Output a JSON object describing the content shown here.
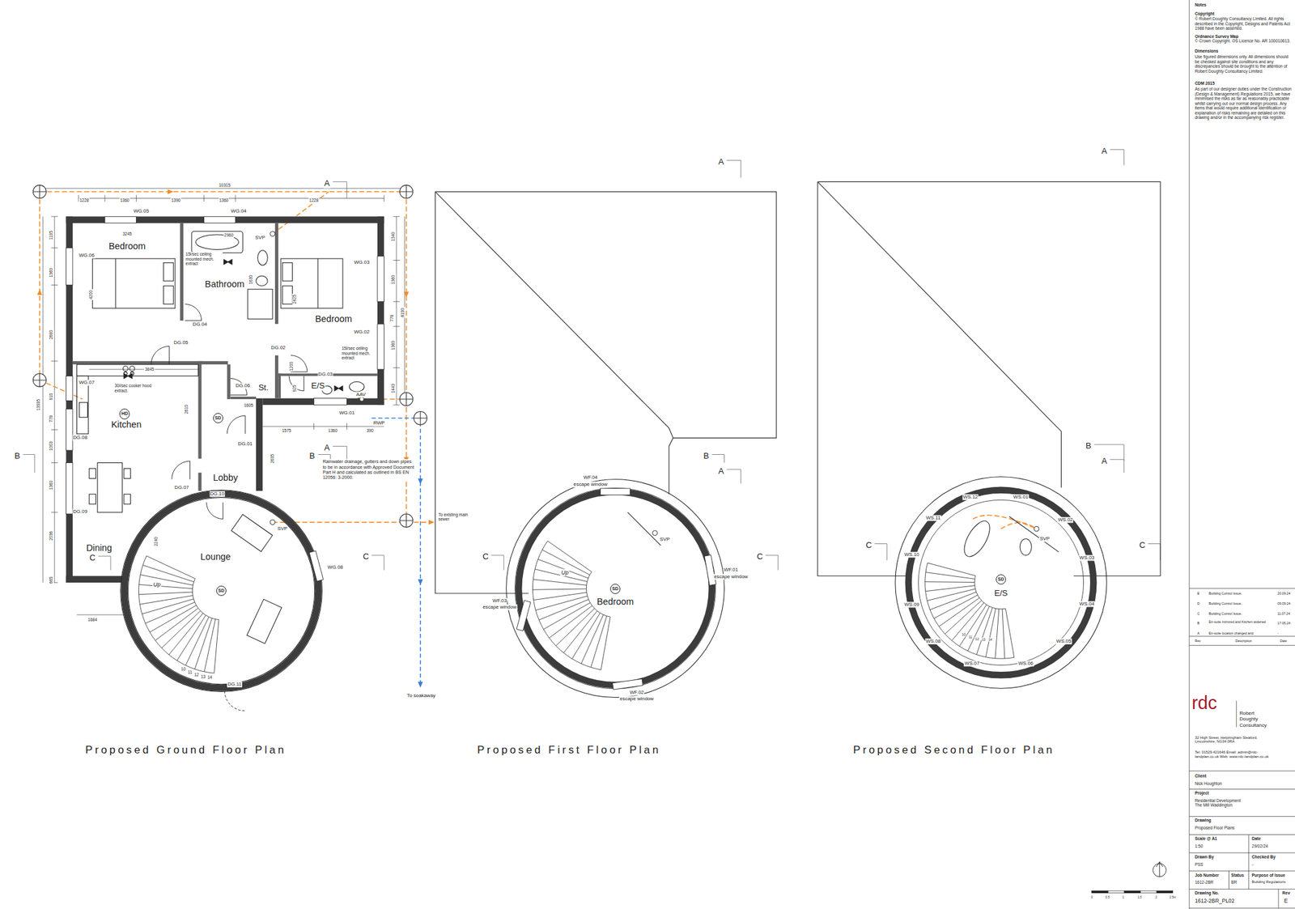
{
  "diagram": {
    "nodes": [
      {
        "text": [
          "HD"
        ]
      },
      {
        "text": [
          "SD"
        ]
      },
      {
        "text": [
          "SD"
        ]
      },
      {
        "text": [
          "SD"
        ]
      },
      {
        "text": [
          "SD"
        ]
      }
    ],
    "labels": [
      "A",
      "10315",
      "1228",
      "1360",
      "1390",
      "1360",
      "1228",
      "WG.05",
      "WG.04",
      "1135",
      "3245",
      "2960",
      "SVP",
      "1340",
      "Bedroom",
      "WG.06",
      "15l/sec ceiling mounted mech. extract",
      "WG.03",
      "1360",
      "1630",
      "1360",
      "Bathroom",
      "4200",
      "2425",
      "6190",
      "778",
      "Bedroom",
      "DG.04",
      "WG.02",
      "2680",
      "DG.05",
      "1360",
      "DG.02",
      "15l/sec ceiling mounted mech. extract",
      "1200",
      "3845",
      "DG.03",
      "WG.07",
      "30l/sec cooker hood extract.",
      "DG.06",
      "St.",
      "E/S",
      "825",
      "1443",
      "AAV",
      "810",
      "13935",
      "1605",
      "2610",
      "778",
      "WG.01",
      "RWP",
      "1575",
      "1360",
      "390",
      "Kitchen",
      "DG.08",
      "DG.01",
      "1003",
      "A",
      "B",
      "B",
      "2635",
      "Rainwater drainage, gutters and down pipes to be in accordance with Approved Document Part H and calculated as outlined in BS EN 12056: 3-2000.",
      "Lobby",
      "DG.07",
      "1360",
      "DG.10",
      "DG.09",
      "To existing main sewer",
      "SVP",
      "2036",
      "2240",
      "Dining",
      "Lounge",
      "C",
      "C",
      "WG.08",
      "665",
      "Up",
      "1684",
      "10",
      "11",
      "12",
      "13",
      "14",
      "DG.11",
      "To soakaway",
      "Proposed Ground Floor Plan",
      "A",
      "B",
      "A",
      "WF.04",
      "escape window",
      "SVP",
      "C",
      "C",
      "Up",
      "WF.01",
      "escape window",
      "Bedroom",
      "WF.03",
      "escape window",
      "WF.02",
      "escape window",
      "Proposed First Floor Plan",
      "A",
      "B",
      "A",
      "WS.12",
      "WS.01",
      "WS.11",
      "WS.02",
      "SVP",
      "C",
      "C",
      "WS.10",
      "WS.03",
      "E/S",
      "WS.09",
      "WS.04",
      "WS.08",
      "WS.05",
      "10",
      "11",
      "12",
      "13",
      "14",
      "WS.07",
      "WS.06",
      "Proposed Second Floor Plan",
      "Notes",
      "Copyright",
      "© Robert Doughty Consultancy Limited. All rights described in the Copyright, Designs and Patents Act 1988 have been asserted.",
      "Ordnance Survey Map",
      "© Crown Copyright. OS Licence No. AR 100010613.",
      "Dimensions",
      "Use figured dimensions only. All dimensions should be checked against site conditions and any discrepancies should be brought to the attention of Robert Doughty Consultancy Limited.",
      "CDM 2015",
      "As part of our designer duties under the Construction (Design & Management) Regulations 2015, we have minimised the risks as far as reasonably practicable whilst carrying out our normal design process. Any items that would require additional identification or explanation of risks remaining are detailed on this drawing and/or in the accompanying risk register.",
      "E",
      "Building Control Issue.",
      "20.09.24",
      "D",
      "Building Control Issue.",
      "09.09.24",
      "C",
      "Building Control Issue.",
      "11.07.24",
      "B",
      "En-suite mirrored and Kitchen widened",
      "17.05.24",
      "A",
      "En-suite location changed and",
      "-",
      "Rev",
      "Description",
      "Date",
      "rdc",
      "Robert Doughty Consultancy",
      "32 High Street, Helpringham Sleaford, Lincolnshire, NG34 0RA",
      "Tel: 01529 421646 Email: admin@rdc-landplan.co.uk Web: www.rdc-landplan.co.uk",
      "Client",
      "Nick Houghton",
      "Project",
      "Residential Development The Mill Waddington",
      "Drawing",
      "Proposed Floor Plans",
      "Scale @ A1",
      "1:50",
      "Date",
      "29/02/24",
      "Drawn By",
      "PSS",
      "Checked By",
      "-",
      "Job Number",
      "1612-2BR",
      "Status",
      "BR",
      "Purpose of Issue",
      "Building Regulations",
      "Drawing No.",
      "1612-2BR_PL02",
      "Rev",
      "E",
      "0",
      "0.5",
      "1",
      "1.5",
      "2",
      "2.5m"
    ]
  }
}
